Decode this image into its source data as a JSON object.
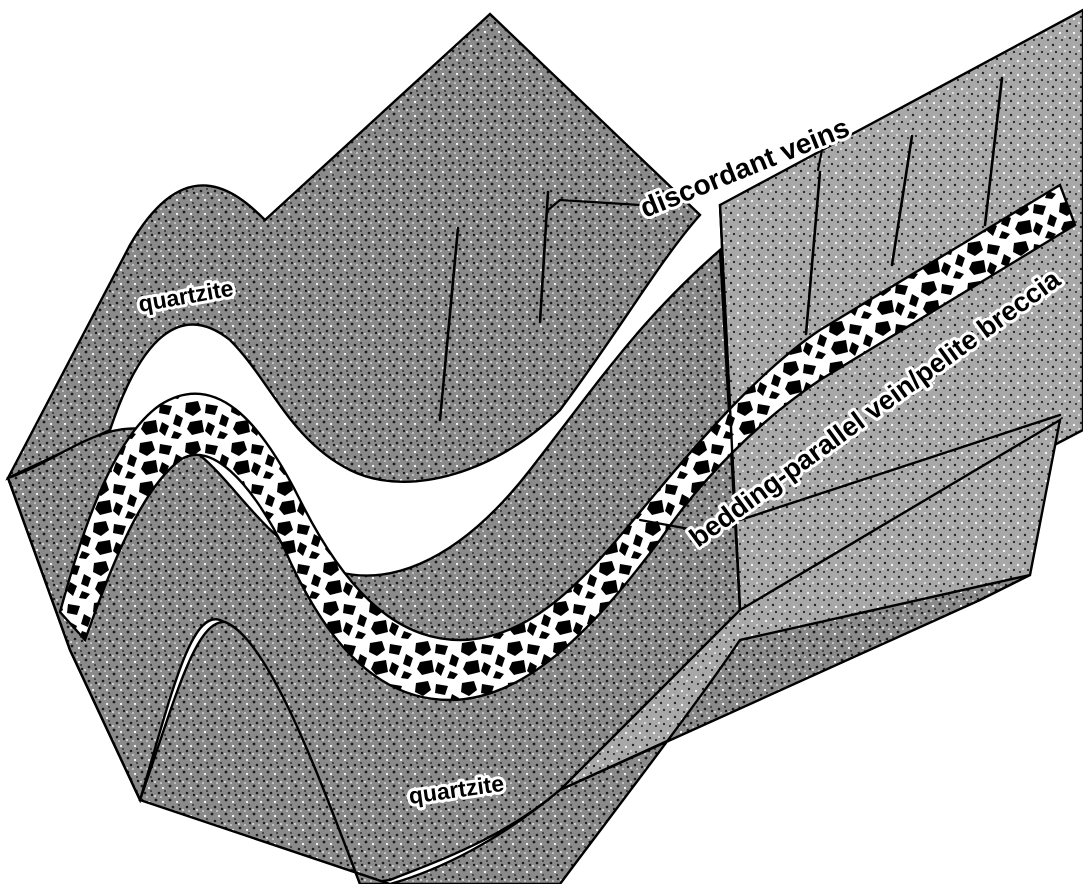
{
  "labels": {
    "quartzite_upper": "quartzite",
    "quartzite_lower": "quartzite",
    "discordant_veins": "discordant veins",
    "breccia": "bedding-parallel vein/pelite breccia"
  },
  "colors": {
    "ink": "#000000",
    "paper": "#ffffff",
    "stipple": "#202020"
  }
}
